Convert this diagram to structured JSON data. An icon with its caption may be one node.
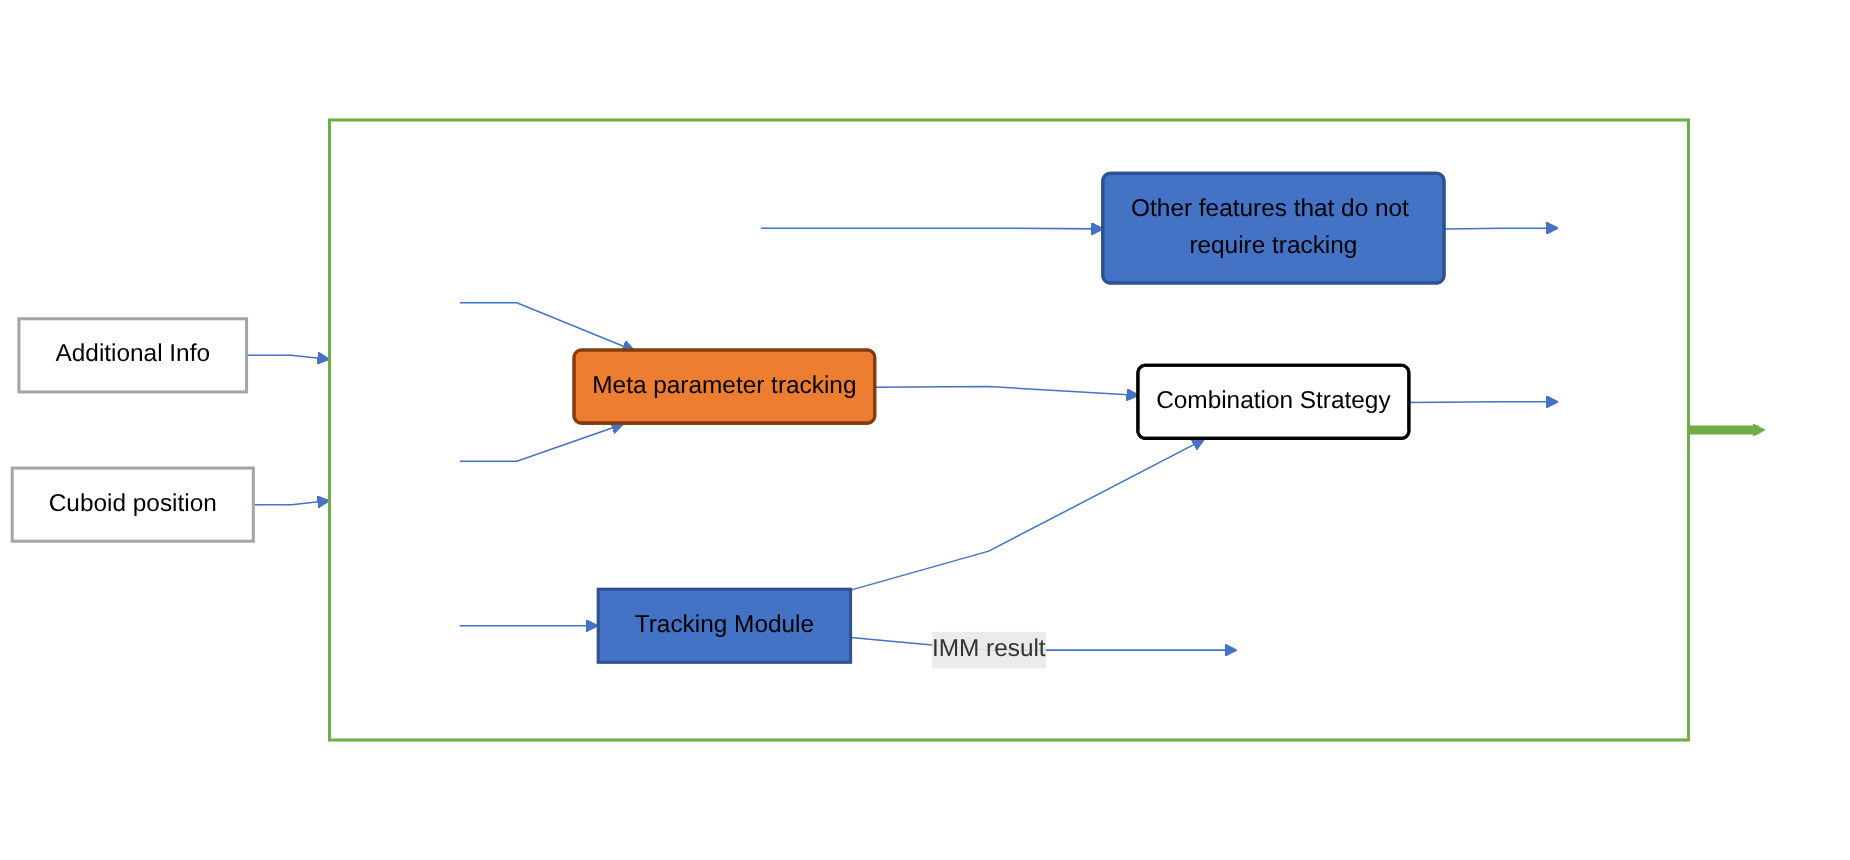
{
  "diagram": {
    "nodes": [
      {
        "text": [
          "Additional Info"
        ]
      },
      {
        "text": [
          "Cuboid position"
        ]
      },
      {
        "text": [],
        "shape": "box"
      },
      {
        "text": [
          "Other features that do not require tracking"
        ],
        "in": 2
      },
      {
        "text": [
          "Tracking Module"
        ],
        "in": 2
      },
      {
        "text": [
          "Meta parameter tracking"
        ],
        "in": 2
      },
      {
        "text": [
          "Combination Strategy"
        ],
        "in": 2
      }
    ],
    "edges": [
      {
        "from": 0,
        "to": 2,
        "arrow": "to"
      },
      {
        "from": 1,
        "to": 2,
        "arrow": "to"
      },
      {
        "from": null,
        "to": 3,
        "arrow": "to"
      },
      {
        "from": null,
        "to": 4,
        "arrow": "to"
      },
      {
        "from": null,
        "to": 5,
        "arrow": "to"
      },
      {
        "from": null,
        "to": 5,
        "arrow": "to"
      },
      {
        "from": 4,
        "to": 6,
        "arrow": "to"
      },
      {
        "from": 5,
        "to": 6,
        "arrow": "to"
      },
      {
        "from": 3,
        "to": null,
        "arrow": "to"
      },
      {
        "from": 4,
        "to": null,
        "arrow": "to",
        "label": "IMM result"
      },
      {
        "from": 6,
        "to": null,
        "arrow": "to"
      },
      {
        "from": 2,
        "to": null,
        "arrow": "to",
        "style": "thick",
        "color": "#70ad47"
      }
    ]
  }
}
